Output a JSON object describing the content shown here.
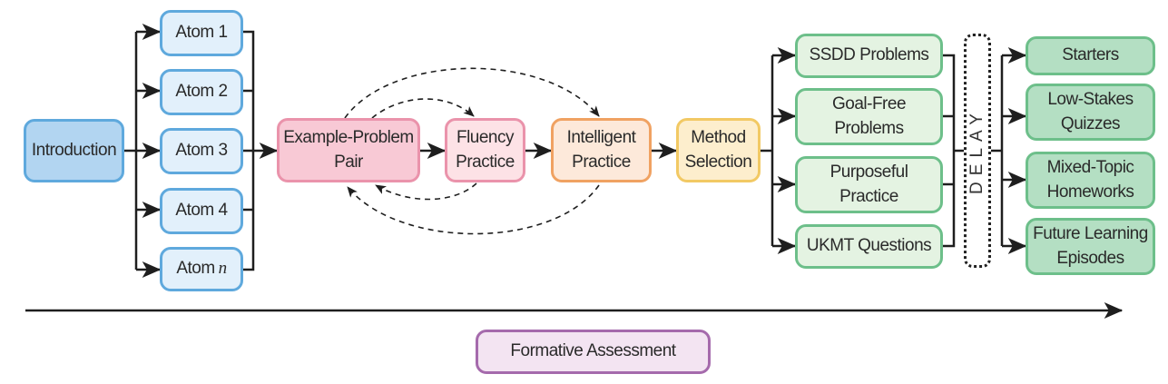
{
  "diagram": {
    "introduction": {
      "label": "Introduction"
    },
    "atoms": [
      {
        "label": "Atom 1"
      },
      {
        "label": "Atom 2"
      },
      {
        "label": "Atom 3"
      },
      {
        "label": "Atom 4"
      },
      {
        "label": "Atom n"
      }
    ],
    "example_problem_pair": {
      "label": "Example-Problem\nPair"
    },
    "fluency_practice": {
      "label": "Fluency\nPractice"
    },
    "intelligent_practice": {
      "label": "Intelligent\nPractice"
    },
    "method_selection": {
      "label": "Method\nSelection"
    },
    "methods": [
      {
        "label": "SSDD Problems"
      },
      {
        "label": "Goal-Free\nProblems"
      },
      {
        "label": "Purposeful\nPractice"
      },
      {
        "label": "UKMT Questions"
      }
    ],
    "delay": {
      "label": "DELAY"
    },
    "revisits": [
      {
        "label": "Starters"
      },
      {
        "label": "Low-Stakes\nQuizzes"
      },
      {
        "label": "Mixed-Topic\nHomeworks"
      },
      {
        "label": "Future Learning\nEpisodes"
      }
    ],
    "formative_assessment": {
      "label": "Formative Assessment"
    }
  },
  "colors": {
    "line": "#1e1e1e"
  }
}
